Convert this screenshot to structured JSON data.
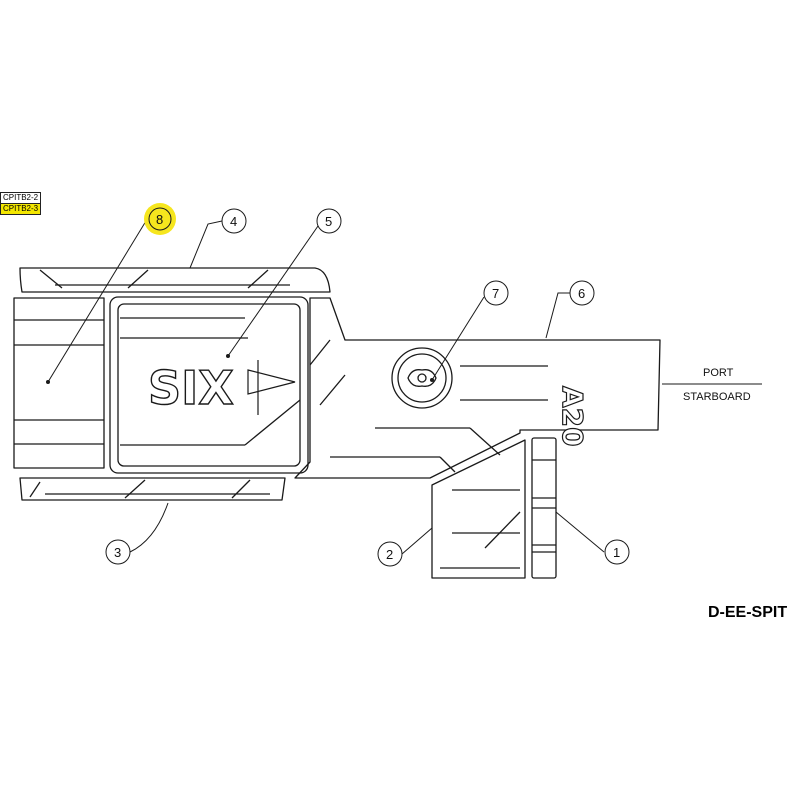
{
  "part_tags": [
    "CPITB2-2",
    "CPITB2-3"
  ],
  "callouts": [
    {
      "id": "1",
      "label": "1",
      "highlighted": false
    },
    {
      "id": "2",
      "label": "2",
      "highlighted": false
    },
    {
      "id": "3",
      "label": "3",
      "highlighted": false
    },
    {
      "id": "4",
      "label": "4",
      "highlighted": false
    },
    {
      "id": "5",
      "label": "5",
      "highlighted": false
    },
    {
      "id": "6",
      "label": "6",
      "highlighted": false
    },
    {
      "id": "7",
      "label": "7",
      "highlighted": false
    },
    {
      "id": "8",
      "label": "8",
      "highlighted": true
    }
  ],
  "side_labels": {
    "port": "PORT",
    "starboard": "STARBOARD"
  },
  "logos": {
    "main": "SIX",
    "secondary": "A20"
  },
  "cut_off_text": "D-EE-SPIT",
  "colors": {
    "highlight": "#f6e61e",
    "line": "#1a1a1a",
    "tag_highlight": "#f3e600"
  }
}
